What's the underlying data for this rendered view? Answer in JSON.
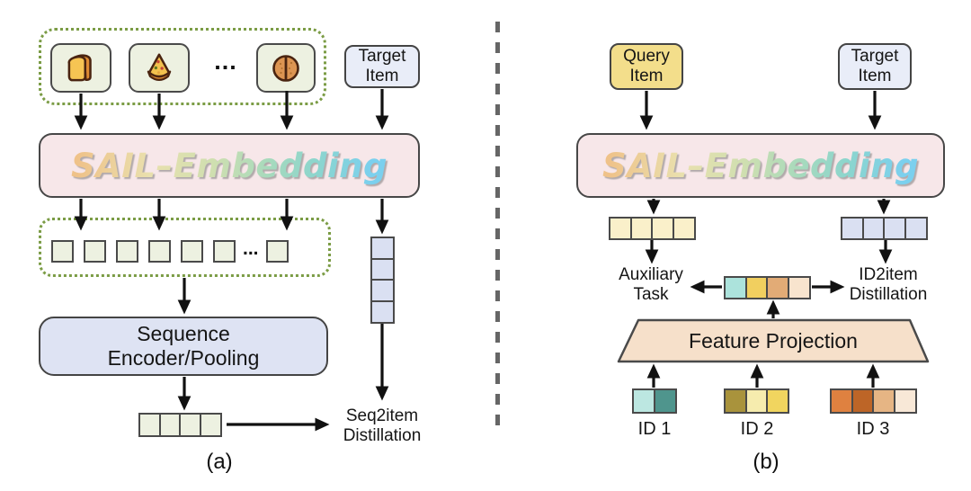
{
  "figure": {
    "sail_label": "SAIL–Embedding",
    "ellipsis": "...",
    "captions": {
      "a": "(a)",
      "b": "(b)"
    },
    "colors": {
      "sail_box_fill": "#F7E7E9",
      "sail_gradient": [
        "#EFC289",
        "#E9E0AE",
        "#C2DBB2",
        "#9AD6C3",
        "#7BD0EE"
      ],
      "dashed_group_border": "#7B9C45",
      "separator_gray": "#666666",
      "arrow_black": "#111111",
      "embedding_cell_green": "#EDF1E1",
      "embedding_cell_blue": "#DAE0F2",
      "embedding_cell_yellow": "#FAF0CA",
      "feature_projection_fill": "#F6E0CA"
    }
  },
  "panel_a": {
    "items": [
      {
        "icon": "bread"
      },
      {
        "icon": "pizza"
      },
      {
        "icon": "coconut"
      }
    ],
    "target_item_label": "Target\nItem",
    "sequence_encoder_label": "Sequence\nEncoder/Pooling",
    "seq2item_label": "Seq2item\nDistillation",
    "item_embedding_cells": [
      "#EDF1E1",
      "#EDF1E1",
      "#EDF1E1",
      "#EDF1E1",
      "#EDF1E1",
      "#EDF1E1"
    ],
    "item_embedding_tail_cell": [
      "#EDF1E1"
    ],
    "target_embedding_stack": [
      "#DAE0F2",
      "#DAE0F2",
      "#DAE0F2",
      "#DAE0F2"
    ],
    "pooled_embedding_cells": [
      "#EDF1E1",
      "#EDF1E1",
      "#EDF1E1",
      "#EDF1E1"
    ]
  },
  "panel_b": {
    "query_item_label": "Query\nItem",
    "target_item_label": "Target\nItem",
    "auxiliary_task_label": "Auxiliary\nTask",
    "id2item_label": "ID2item\nDistillation",
    "feature_projection_label": "Feature Projection",
    "query_embedding_cells": [
      "#FAF0CA",
      "#FAF0CA",
      "#FAF0CA",
      "#FAF0CA"
    ],
    "target_embedding_cells": [
      "#DAE0F2",
      "#DAE0F2",
      "#DAE0F2",
      "#DAE0F2"
    ],
    "fused_feature_cells": [
      "#ACE3DC",
      "#F1CF5F",
      "#E2AB76",
      "#F8E4CE"
    ],
    "id_groups": [
      {
        "label": "ID 1",
        "cells": [
          "#BCE7E1",
          "#4F958D"
        ]
      },
      {
        "label": "ID 2",
        "cells": [
          "#A9933C",
          "#F6ECAE",
          "#F1D55F"
        ]
      },
      {
        "label": "ID 3",
        "cells": [
          "#DF8140",
          "#BD6527",
          "#E6B584",
          "#F8E8D7"
        ]
      }
    ]
  }
}
